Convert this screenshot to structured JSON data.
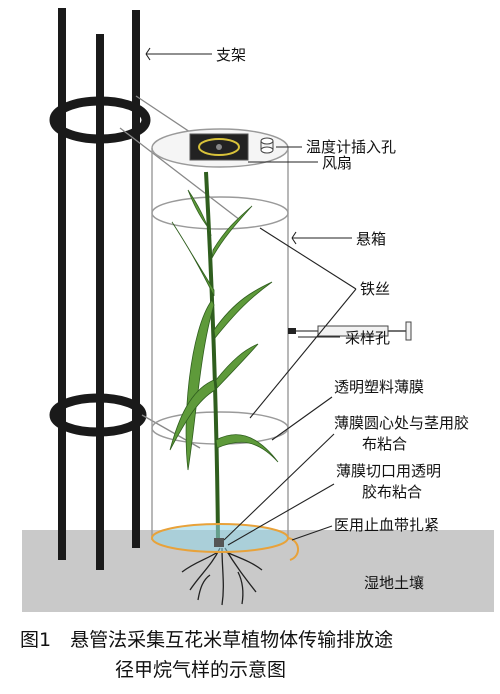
{
  "labels": {
    "bracket": "支架",
    "thermometer_port": "温度计插入孔",
    "fan": "风扇",
    "hanging_box": "悬箱",
    "iron_wire": "铁丝",
    "sampling_port": "采样孔",
    "plastic_film": "透明塑料薄膜",
    "film_center_line1": "薄膜圆心处与茎用胶",
    "film_center_line2": "布粘合",
    "film_cut_line1": "薄膜切口用透明",
    "film_cut_line2": "胶布粘合",
    "tourniquet": "医用止血带扎紧",
    "wetland_soil": "湿地土壤"
  },
  "caption": {
    "line1": "图1　悬管法采集互花米草植物体传输排放途",
    "line2": "径甲烷气样的示意图"
  },
  "colors": {
    "post": "#1a1a1a",
    "soil": "#c9c9c9",
    "plant": "#5e9a3a",
    "plant_dark": "#2f5e1e",
    "cylinder": "#9a9a9a",
    "tourniquet": "#e8a23a",
    "water": "#8fd3e6"
  }
}
